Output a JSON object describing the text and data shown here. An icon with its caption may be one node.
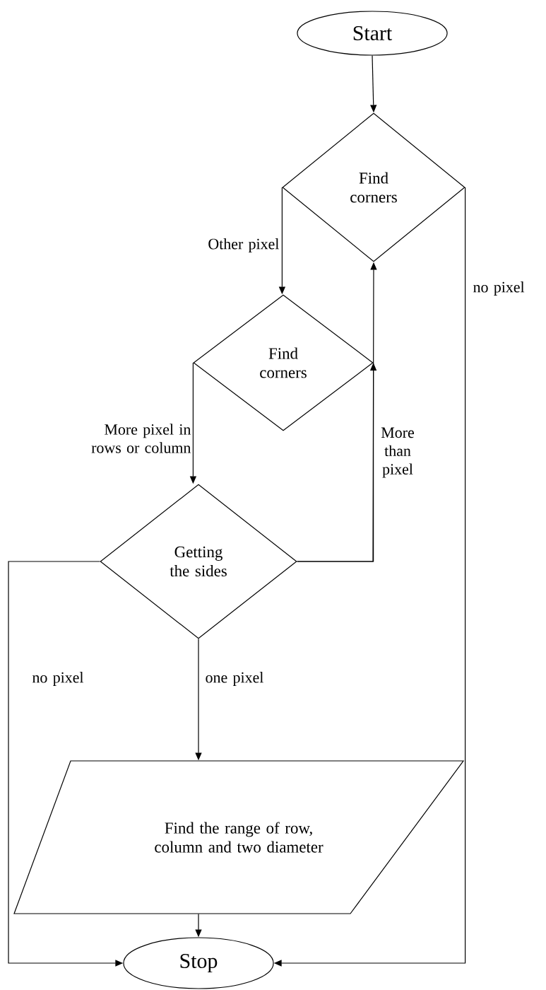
{
  "diagram": {
    "nodes": [
      {
        "text": [
          "Start"
        ]
      },
      {
        "text": [
          "Find corners"
        ]
      },
      {
        "text": [
          "Find corners"
        ]
      },
      {
        "text": [
          "Getting the sides"
        ]
      },
      {
        "text": [
          "Find the range of row, column and two diameter"
        ]
      },
      {
        "text": [
          "Stop"
        ]
      }
    ],
    "edges": [
      {
        "from": 0,
        "to": 1,
        "arrow": "to"
      },
      {
        "from": 1,
        "to": 2,
        "arrow": "to",
        "label": "Other pixel"
      },
      {
        "from": 1,
        "to": 5,
        "arrow": "to",
        "label": "no pixel"
      },
      {
        "from": 2,
        "to": 3,
        "arrow": "to",
        "label": "More pixel in rows or column"
      },
      {
        "from": 3,
        "to": 2,
        "arrow": "to"
      },
      {
        "from": 3,
        "to": 1,
        "arrow": "to",
        "label": "More than pixel"
      },
      {
        "from": 3,
        "to": 5,
        "arrow": "to",
        "label": "no pixel"
      },
      {
        "from": 3,
        "to": 4,
        "arrow": "to",
        "label": "one pixel"
      },
      {
        "from": 4,
        "to": 5,
        "arrow": "to"
      }
    ]
  }
}
